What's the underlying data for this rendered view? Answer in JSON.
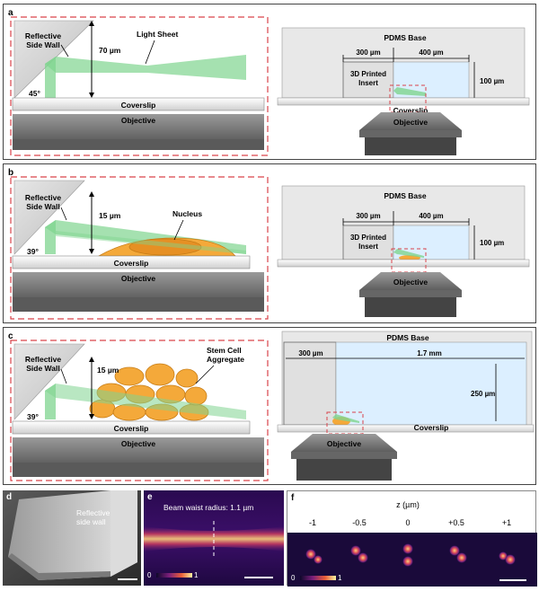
{
  "panel_a": {
    "letter": "a",
    "wall_label_1": "Reflective",
    "wall_label_2": "Side Wall",
    "angle": "45°",
    "height": "70 µm",
    "light_sheet": "Light Sheet",
    "coverslip": "Coverslip",
    "objective": "Objective",
    "pdms": "PDMS Base",
    "width_left": "300 µm",
    "width_right": "400 µm",
    "insert_1": "3D Printed",
    "insert_2": "Insert",
    "depth": "100 µm",
    "coverslip_right": "Coverslip",
    "objective_right": "Objective"
  },
  "panel_b": {
    "letter": "b",
    "wall_label_1": "Reflective",
    "wall_label_2": "Side Wall",
    "angle": "39°",
    "height": "15 µm",
    "nucleus": "Nucleus",
    "coverslip": "Coverslip",
    "objective": "Objective",
    "pdms": "PDMS Base",
    "width_left": "300 µm",
    "width_right": "400 µm",
    "insert_1": "3D Printed",
    "insert_2": "Insert",
    "depth": "100 µm",
    "objective_right": "Objective"
  },
  "panel_c": {
    "letter": "c",
    "wall_label_1": "Reflective",
    "wall_label_2": "Side Wall",
    "angle": "39°",
    "height": "15 µm",
    "aggregate_1": "Stem Cell",
    "aggregate_2": "Aggregate",
    "coverslip": "Coverslip",
    "objective": "Objective",
    "pdms": "PDMS Base",
    "width_left": "300 µm",
    "width_right": "1.7 mm",
    "depth": "250 µm",
    "coverslip_right": "Coverslip",
    "objective_right": "Objective"
  },
  "panel_d": {
    "letter": "d",
    "label_1": "Reflective",
    "label_2": "side wall"
  },
  "panel_e": {
    "letter": "e",
    "title": "Beam waist radius: 1.1 µm",
    "cbar_min": "0",
    "cbar_max": "1"
  },
  "panel_f": {
    "letter": "f",
    "axis_label": "z (µm)",
    "z_values": [
      "-1",
      "-0.5",
      "0",
      "+0.5",
      "+1"
    ],
    "cbar_min": "0",
    "cbar_max": "1"
  },
  "colors": {
    "light": "#7fd48f",
    "cell": "#f4a93a",
    "cell_edge": "#c77d17",
    "dash": "#d9434b",
    "channel": "#dcefff",
    "pdms": "#e8e8e8"
  }
}
